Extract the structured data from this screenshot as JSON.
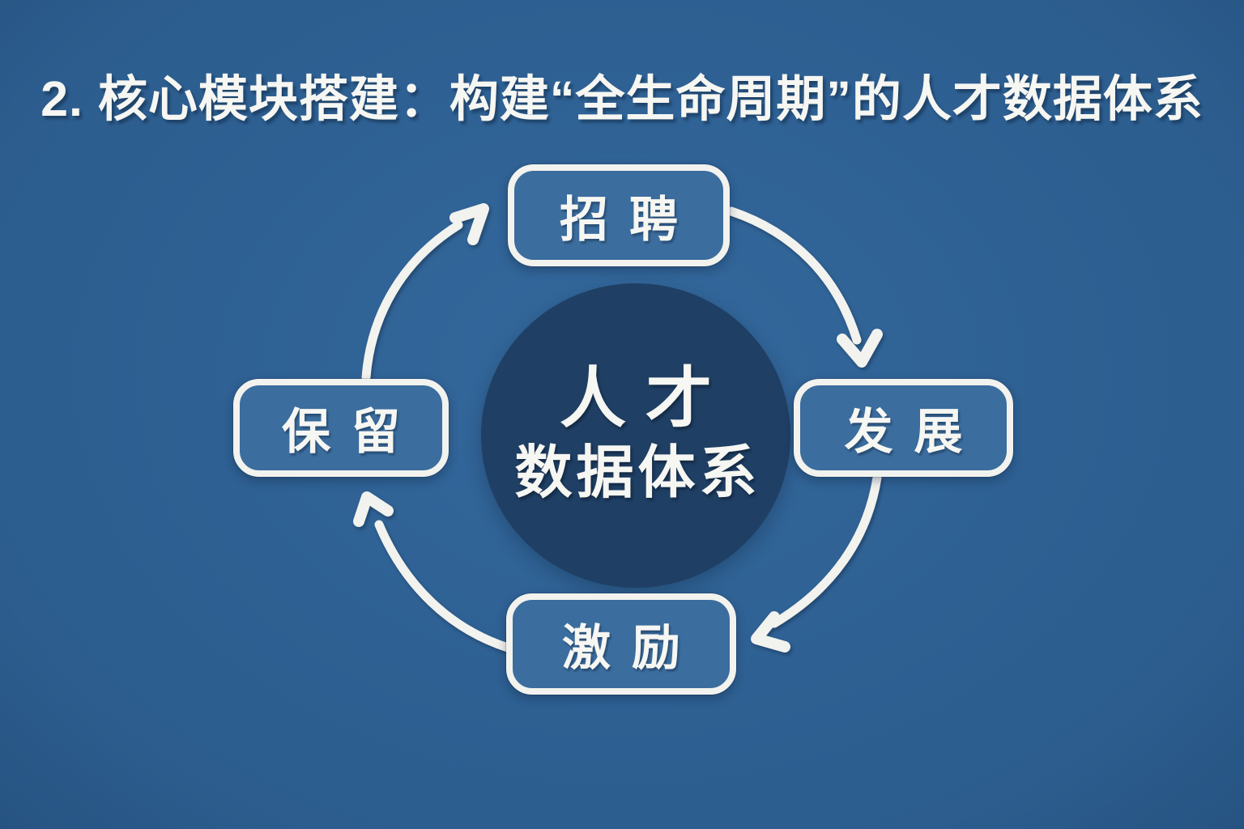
{
  "slide": {
    "title": "2. 核心模块搭建：构建“全生命周期”的人才数据体系"
  },
  "diagram": {
    "type": "cycle",
    "direction": "clockwise",
    "center": {
      "line1": "人才",
      "line2": "数据体系"
    },
    "nodes": [
      {
        "id": "recruit",
        "label": "招聘",
        "position": "top"
      },
      {
        "id": "develop",
        "label": "发展",
        "position": "right"
      },
      {
        "id": "incentive",
        "label": "激励",
        "position": "bottom"
      },
      {
        "id": "retain",
        "label": "保留",
        "position": "left"
      }
    ],
    "arrows": [
      {
        "from": "retain",
        "to": "recruit"
      },
      {
        "from": "recruit",
        "to": "develop"
      },
      {
        "from": "develop",
        "to": "incentive"
      },
      {
        "from": "incentive",
        "to": "retain"
      }
    ]
  },
  "colors": {
    "background": "#2e6093",
    "background_edge": "#234e7b",
    "node_fill": "#3b6d9e",
    "hub_fill": "#1f3f64",
    "line_white": "#f2f2ee",
    "text_white": "#f6f6f2"
  }
}
